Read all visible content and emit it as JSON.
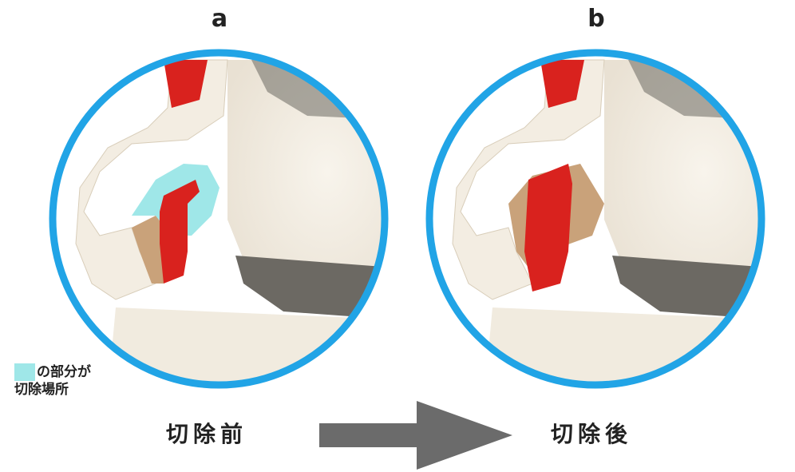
{
  "panels": {
    "a": {
      "label": "a",
      "caption": "切除前"
    },
    "b": {
      "label": "b",
      "caption": "切除後"
    }
  },
  "legend": {
    "line1": "の部分が",
    "line2": "切除場所",
    "swatch_color": "#9fe7e8"
  },
  "colors": {
    "ring": "#21a4e6",
    "bone": "#f3ede2",
    "nerve": "#d9221e",
    "excision": "#9fe7e8",
    "disc": "#6c6963",
    "arrow": "#6b6b6b"
  }
}
